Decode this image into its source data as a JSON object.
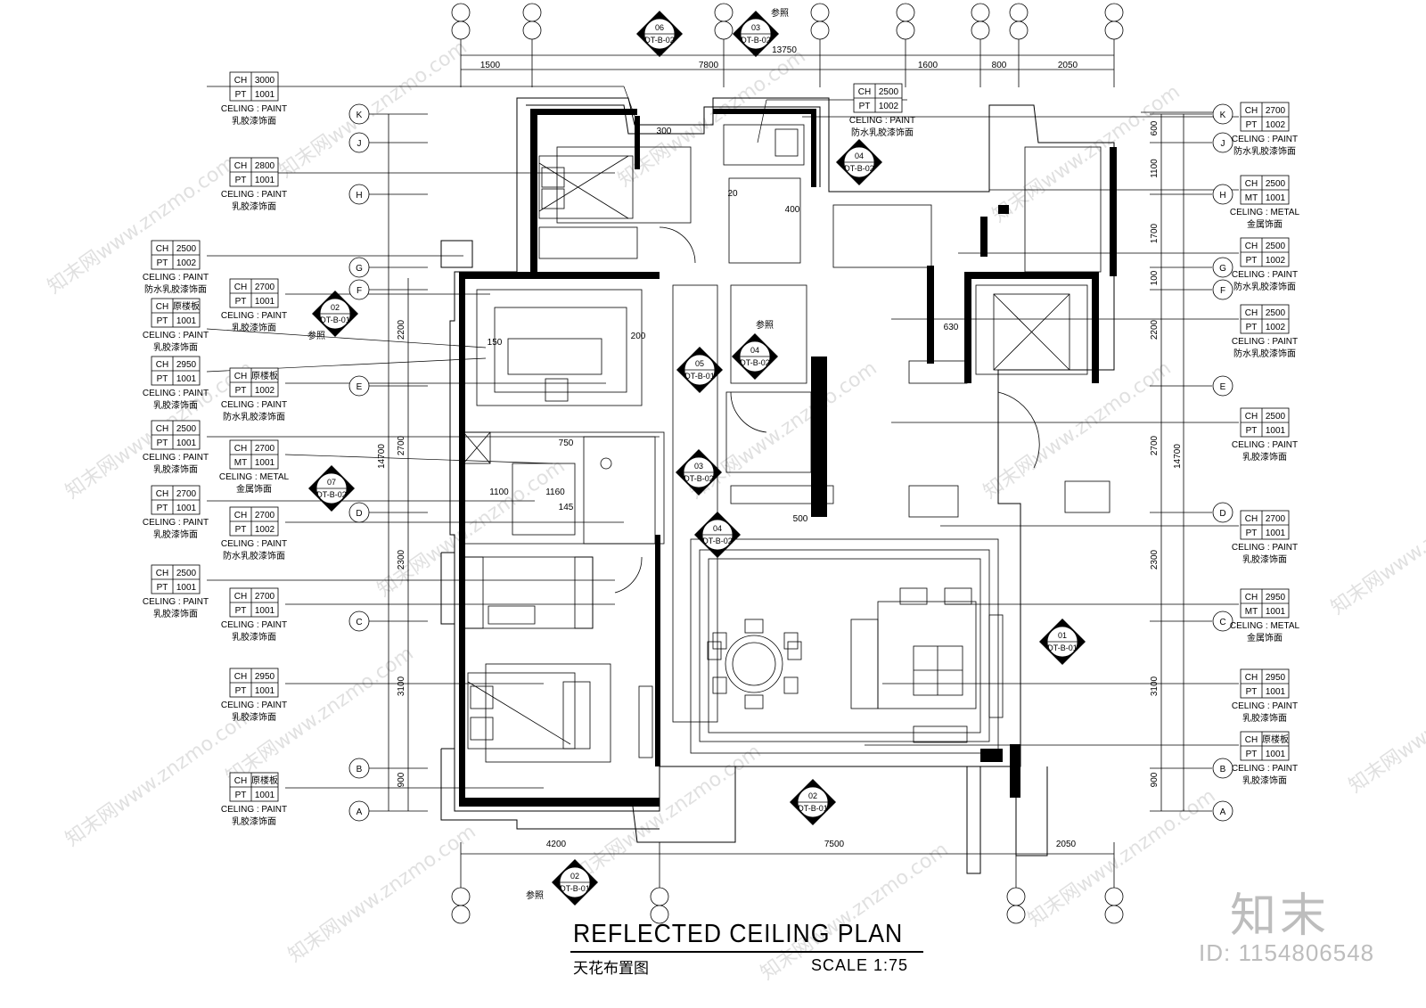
{
  "title": "REFLECTED CEILING PLAN",
  "subtitle": "天花布置图",
  "scale": "SCALE 1:75",
  "watermark": {
    "logo": "知末",
    "id": "ID: 1154806548",
    "text": "知末网www.znzmo.com"
  },
  "ref_word": "参照",
  "grid_axes": [
    "K",
    "J",
    "H",
    "G",
    "F",
    "E",
    "D",
    "C",
    "B",
    "A"
  ],
  "dims_top": [
    "1500",
    "7800",
    "13750",
    "1600",
    "800",
    "2050"
  ],
  "dims_bottom": [
    "4200",
    "7500",
    "2050"
  ],
  "dims_left": [
    "2200",
    "2700",
    "14700",
    "2300",
    "3100",
    "900"
  ],
  "dims_right": [
    "600",
    "1100",
    "1700",
    "100",
    "2200",
    "2700",
    "14700",
    "2300",
    "3100",
    "900"
  ],
  "room_dims": [
    "300",
    "200",
    "150",
    "630",
    "750",
    "1100",
    "1160",
    "145",
    "500",
    "400",
    "20"
  ],
  "section_marks": [
    {
      "num": "06",
      "code": "DT-B-02"
    },
    {
      "num": "03",
      "code": "DT-B-02"
    },
    {
      "num": "04",
      "code": "DT-B-02"
    },
    {
      "num": "02",
      "code": "DT-B-01"
    },
    {
      "num": "04",
      "code": "DT-B-02"
    },
    {
      "num": "05",
      "code": "DT-B-01"
    },
    {
      "num": "07",
      "code": "DT-B-02"
    },
    {
      "num": "03",
      "code": "DT-B-02"
    },
    {
      "num": "04",
      "code": "DT-B-02"
    },
    {
      "num": "01",
      "code": "DT-B-01"
    },
    {
      "num": "02",
      "code": "DT-B-01"
    },
    {
      "num": "02",
      "code": "DT-B-01"
    }
  ],
  "ceiling_tags_left": [
    {
      "ch": "3000",
      "mk": "PT",
      "code": "1001",
      "en": "CELING : PAINT",
      "cn": "乳胶漆饰面"
    },
    {
      "ch": "2800",
      "mk": "PT",
      "code": "1001",
      "en": "CELING : PAINT",
      "cn": "乳胶漆饰面"
    },
    {
      "ch": "2500",
      "mk": "PT",
      "code": "1002",
      "en": "CELING : PAINT",
      "cn": "防水乳胶漆饰面"
    },
    {
      "ch": "2700",
      "mk": "PT",
      "code": "1001",
      "en": "CELING : PAINT",
      "cn": "乳胶漆饰面"
    },
    {
      "ch": "原楼板",
      "mk": "PT",
      "code": "1001",
      "en": "CELING : PAINT",
      "cn": "乳胶漆饰面"
    },
    {
      "ch": "2950",
      "mk": "PT",
      "code": "1001",
      "en": "CELING : PAINT",
      "cn": "乳胶漆饰面"
    },
    {
      "ch": "原楼板",
      "mk": "PT",
      "code": "1002",
      "en": "CELING : PAINT",
      "cn": "防水乳胶漆饰面"
    },
    {
      "ch": "2500",
      "mk": "PT",
      "code": "1001",
      "en": "CELING : PAINT",
      "cn": "乳胶漆饰面"
    },
    {
      "ch": "2700",
      "mk": "MT",
      "code": "1001",
      "en": "CELING : METAL",
      "cn": "金属饰面"
    },
    {
      "ch": "2700",
      "mk": "PT",
      "code": "1001",
      "en": "CELING : PAINT",
      "cn": "乳胶漆饰面"
    },
    {
      "ch": "2700",
      "mk": "PT",
      "code": "1002",
      "en": "CELING : PAINT",
      "cn": "防水乳胶漆饰面"
    },
    {
      "ch": "2500",
      "mk": "PT",
      "code": "1001",
      "en": "CELING : PAINT",
      "cn": "乳胶漆饰面"
    },
    {
      "ch": "2700",
      "mk": "PT",
      "code": "1001",
      "en": "CELING : PAINT",
      "cn": "乳胶漆饰面"
    },
    {
      "ch": "2950",
      "mk": "PT",
      "code": "1001",
      "en": "CELING : PAINT",
      "cn": "乳胶漆饰面"
    },
    {
      "ch": "原楼板",
      "mk": "PT",
      "code": "1001",
      "en": "CELING : PAINT",
      "cn": "乳胶漆饰面"
    }
  ],
  "ceiling_tags_top": [
    {
      "ch": "2500",
      "mk": "PT",
      "code": "1002",
      "en": "CELING : PAINT",
      "cn": "防水乳胶漆饰面"
    }
  ],
  "ceiling_tags_right": [
    {
      "ch": "2700",
      "mk": "PT",
      "code": "1002",
      "en": "CELING : PAINT",
      "cn": "防水乳胶漆饰面"
    },
    {
      "ch": "2500",
      "mk": "MT",
      "code": "1001",
      "en": "CELING : METAL",
      "cn": "金属饰面"
    },
    {
      "ch": "2500",
      "mk": "PT",
      "code": "1002",
      "en": "CELING : PAINT",
      "cn": "防水乳胶漆饰面"
    },
    {
      "ch": "2500",
      "mk": "PT",
      "code": "1002",
      "en": "CELING : PAINT",
      "cn": "防水乳胶漆饰面"
    },
    {
      "ch": "2500",
      "mk": "PT",
      "code": "1001",
      "en": "CELING : PAINT",
      "cn": "乳胶漆饰面"
    },
    {
      "ch": "2700",
      "mk": "PT",
      "code": "1001",
      "en": "CELING : PAINT",
      "cn": "乳胶漆饰面"
    },
    {
      "ch": "2950",
      "mk": "MT",
      "code": "1001",
      "en": "CELING : METAL",
      "cn": "金属饰面"
    },
    {
      "ch": "2950",
      "mk": "PT",
      "code": "1001",
      "en": "CELING : PAINT",
      "cn": "乳胶漆饰面"
    },
    {
      "ch": "原楼板",
      "mk": "PT",
      "code": "1001",
      "en": "CELING : PAINT",
      "cn": "乳胶漆饰面"
    }
  ]
}
